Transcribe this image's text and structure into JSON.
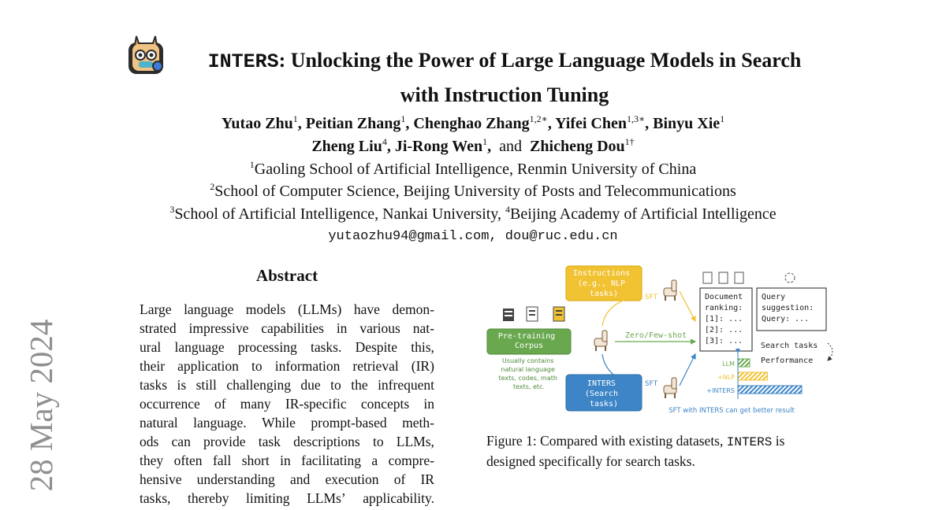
{
  "side_stamp": "28 May 2024",
  "title": {
    "name": "INTERS",
    "rest_line1": ": Unlocking the Power of Large Language Models in Search",
    "line2": "with Instruction Tuning"
  },
  "authors": [
    {
      "name": "Yutao Zhu",
      "sup": "1"
    },
    {
      "name": "Peitian Zhang",
      "sup": "1"
    },
    {
      "name": "Chenghao Zhang",
      "sup": "1,2∗"
    },
    {
      "name": "Yifei Chen",
      "sup": "1,3∗"
    },
    {
      "name": "Binyu Xie",
      "sup": "1"
    },
    {
      "name": "Zheng Liu",
      "sup": "4"
    },
    {
      "name": "Ji-Rong Wen",
      "sup": "1"
    },
    {
      "name": "Zhicheng Dou",
      "sup": "1†"
    }
  ],
  "authors_and": "and",
  "affiliations": [
    {
      "sup": "1",
      "text": "Gaoling School of Artificial Intelligence, Renmin University of China"
    },
    {
      "sup": "2",
      "text": "School of Computer Science, Beijing University of Posts and Telecommunications"
    },
    {
      "sup": "3",
      "text": "School of Artificial Intelligence, Nankai University, "
    },
    {
      "sup": "4",
      "text": "Beijing Academy of Artificial Intelligence"
    }
  ],
  "emails": "yutaozhu94@gmail.com, dou@ruc.edu.cn",
  "abstract": {
    "heading": "Abstract",
    "lines": [
      "Large language models (LLMs) have demon-",
      "strated impressive capabilities in various nat-",
      "ural language processing tasks.  Despite this,",
      "their application to information retrieval (IR)",
      "tasks is still challenging due to the infrequent",
      "occurrence of many IR-specific concepts in",
      "natural language. While prompt-based meth-",
      "ods can provide task descriptions to LLMs,",
      "they often fall short in facilitating a compre-",
      "hensive understanding and execution of IR",
      "tasks, thereby limiting LLMs’ applicability."
    ]
  },
  "figure": {
    "instructions_box": [
      "Instructions",
      "(e.g., NLP",
      "tasks)"
    ],
    "pretraining_box": [
      "Pre-training",
      "Corpus"
    ],
    "pretraining_note": [
      "Usually contains",
      "natural language",
      "texts, codes, math",
      "texts, etc."
    ],
    "inters_box": [
      "INTERS",
      "(Search",
      "tasks)"
    ],
    "sft_label": "SFT",
    "zero_few_shot": "Zero/Few-shot",
    "doc_ranking": [
      "Document",
      "ranking:",
      "[1]: ...",
      "[2]: ...",
      "[3]: ..."
    ],
    "query_suggestion": [
      "Query",
      "suggestion:",
      "Query: ..."
    ],
    "search_tasks": "Search tasks",
    "performance": "Performance",
    "bars": [
      {
        "label": "LLM",
        "value": 1,
        "color": "#6aa84f"
      },
      {
        "label": "+NLP",
        "value": 2.5,
        "color": "#f1c232"
      },
      {
        "label": "+INTERS",
        "value": 5.4,
        "color": "#3d85c6"
      }
    ],
    "bottom_note": "SFT with INTERS can get better result",
    "colors": {
      "green": "#6aa84f",
      "yellow": "#f1c232",
      "blue": "#3d85c6"
    }
  },
  "caption": {
    "prefix": "Figure 1: Compared with existing datasets, ",
    "name": "INTERS",
    "suffix1": " is",
    "line2": "designed specifically for search tasks."
  }
}
